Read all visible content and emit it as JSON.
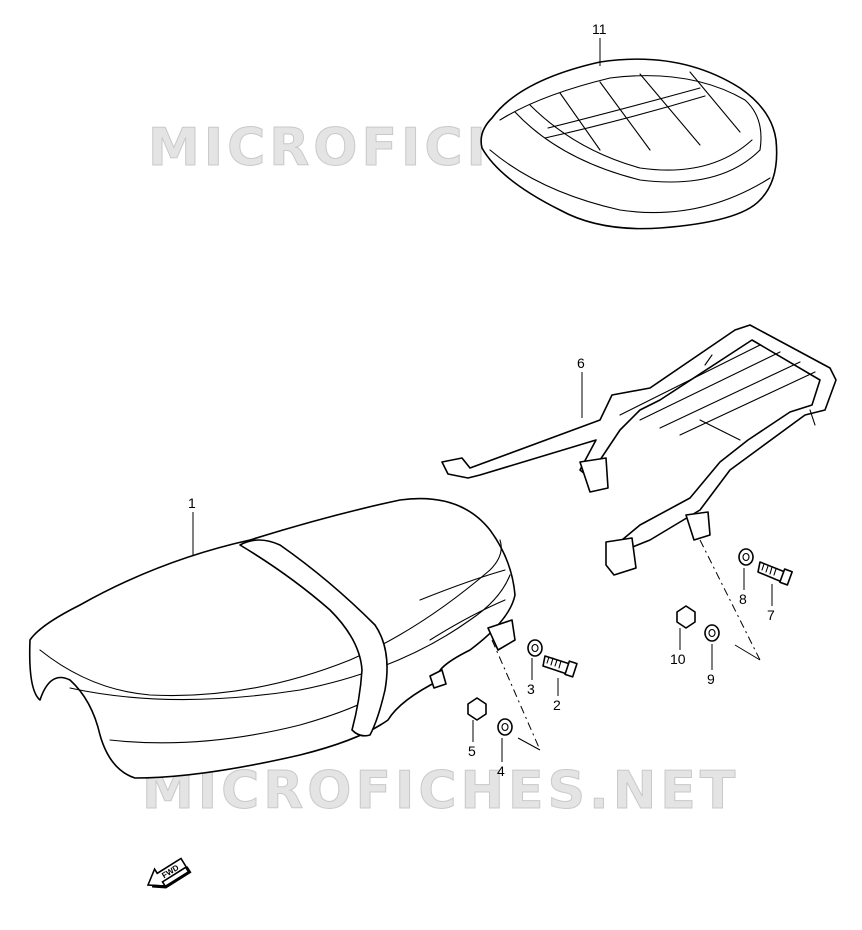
{
  "watermark": {
    "top": "MICROFICHES.NET",
    "bottom": "MICROFICHES.NET"
  },
  "fwd_label": "FWD",
  "callouts": [
    {
      "id": "11",
      "label": "11"
    },
    {
      "id": "6",
      "label": "6"
    },
    {
      "id": "1",
      "label": "1"
    },
    {
      "id": "8",
      "label": "8"
    },
    {
      "id": "7",
      "label": "7"
    },
    {
      "id": "10",
      "label": "10"
    },
    {
      "id": "9",
      "label": "9"
    },
    {
      "id": "3",
      "label": "3"
    },
    {
      "id": "2",
      "label": "2"
    },
    {
      "id": "5",
      "label": "5"
    },
    {
      "id": "4",
      "label": "4"
    }
  ]
}
